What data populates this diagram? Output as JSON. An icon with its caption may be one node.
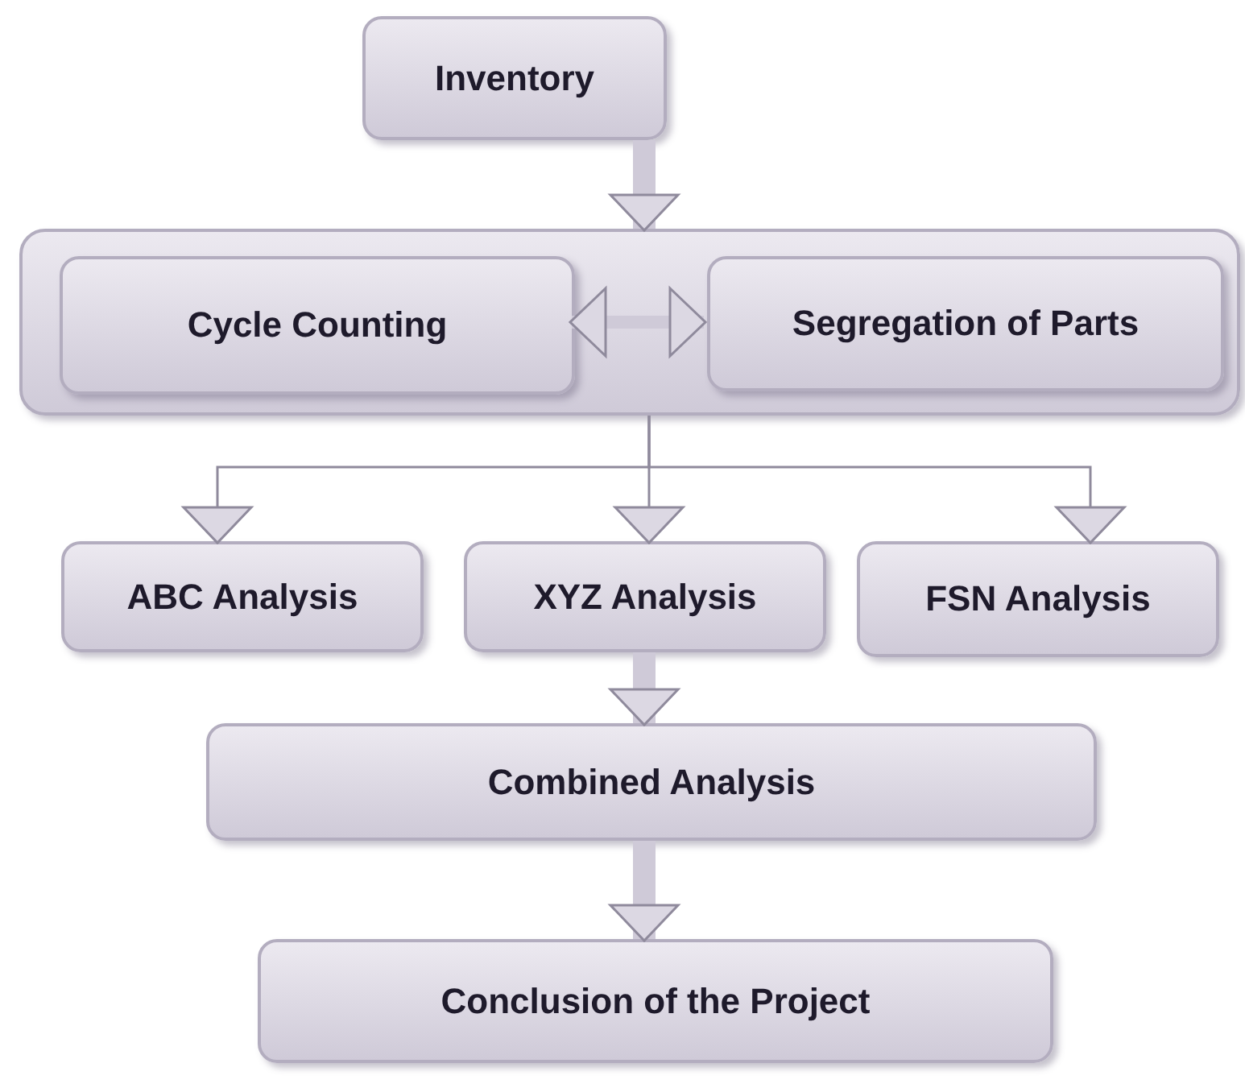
{
  "diagram": {
    "nodes": [
      {
        "text": [
          "Inventory"
        ]
      },
      {
        "text": [],
        "shape": "box"
      },
      {
        "text": [
          "Cycle Counting"
        ],
        "in": 1
      },
      {
        "text": [
          "Segregation of Parts"
        ],
        "in": 1
      },
      {
        "text": [
          "ABC Analysis"
        ]
      },
      {
        "text": [
          "XYZ Analysis"
        ]
      },
      {
        "text": [
          "FSN Analysis"
        ]
      },
      {
        "text": [
          "Combined Analysis"
        ]
      },
      {
        "text": [
          "Conclusion of the Project"
        ]
      }
    ],
    "edges": [
      {
        "from": 0,
        "to": 1,
        "arrow": "to"
      },
      {
        "from": 2,
        "to": 3,
        "arrow": "both"
      },
      {
        "from": 1,
        "to": 4,
        "arrow": "to"
      },
      {
        "from": 1,
        "to": 5,
        "arrow": "to"
      },
      {
        "from": 1,
        "to": 6,
        "arrow": "to"
      },
      {
        "from": 5,
        "to": 7,
        "arrow": "to"
      },
      {
        "from": 7,
        "to": 8,
        "arrow": "to"
      }
    ]
  }
}
